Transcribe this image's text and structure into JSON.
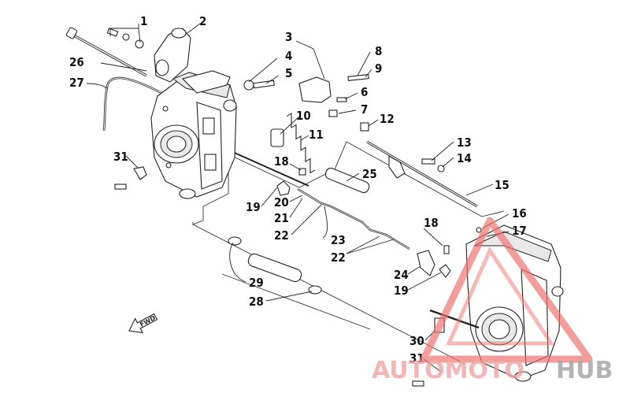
{
  "diagram": {
    "callouts": [
      "1",
      "2",
      "3",
      "4",
      "5",
      "6",
      "7",
      "8",
      "9",
      "10",
      "11",
      "12",
      "13",
      "14",
      "15",
      "16",
      "17",
      "18",
      "18",
      "19",
      "19",
      "20",
      "21",
      "22",
      "22",
      "23",
      "24",
      "25",
      "26",
      "27",
      "28",
      "29",
      "30",
      "31",
      "31"
    ],
    "direction_label": "FWD",
    "watermark": {
      "text_left": "AUTOMOTO",
      "text_right": "HUB",
      "color_primary": "#f0a0a0",
      "color_secondary": "#9e9e9e",
      "triangle_color": "#ef6f6f"
    }
  }
}
